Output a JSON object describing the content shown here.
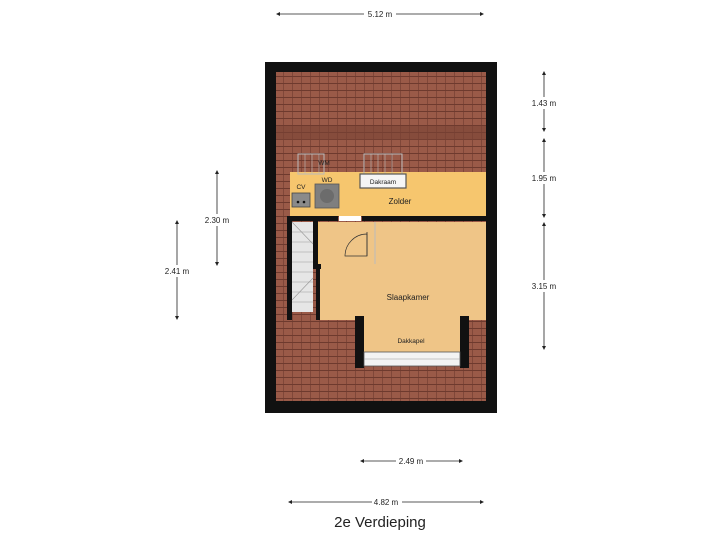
{
  "title": "2e Verdieping",
  "rooms": {
    "zolder": "Zolder",
    "slaapkamer": "Slaapkamer",
    "dakkapel": "Dakkapel"
  },
  "fixtures": {
    "wm": "WM",
    "wd": "WD",
    "cv": "CV",
    "dakraam": "Dakraam"
  },
  "dimensions": {
    "top_width": "5.12 m",
    "bottom_width": "4.82 m",
    "dakkapel_width": "2.49 m",
    "right_top": "1.43 m",
    "right_middle": "1.95 m",
    "right_bottom": "3.15 m",
    "left_inner": "2.30 m",
    "left_outer": "2.41 m"
  },
  "colors": {
    "roof": "#9a5a48",
    "roof_dark": "#7a4235",
    "attic": "#f6c66e",
    "bedroom": "#efc587",
    "wall": "#111111",
    "stair": "#e6e6e6"
  }
}
